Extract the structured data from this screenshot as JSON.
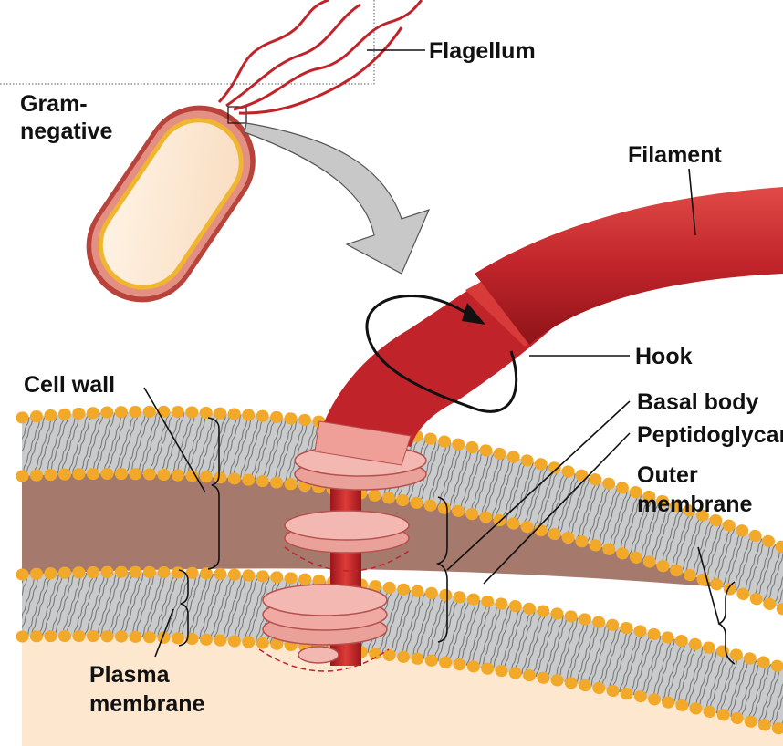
{
  "labels": {
    "flagellum": "Flagellum",
    "gram_line1": "Gram-",
    "gram_line2": "negative",
    "filament": "Filament",
    "hook": "Hook",
    "cell_wall": "Cell wall",
    "basal_body": "Basal body",
    "peptidoglycan": "Peptidoglycan",
    "outer_line1": "Outer",
    "outer_line2": "membrane",
    "plasma_line1": "Plasma",
    "plasma_line2": "membrane"
  },
  "colors": {
    "flagellum_red": "#c0242a",
    "hook_pink": "#e8908a",
    "membrane_bead": "#f2a92a",
    "membrane_gray": "#c9cbcc",
    "periplasm_brown": "#a6796d",
    "cytoplasm": "#fde7cf",
    "arrow_gray": "#c8c8c8"
  }
}
